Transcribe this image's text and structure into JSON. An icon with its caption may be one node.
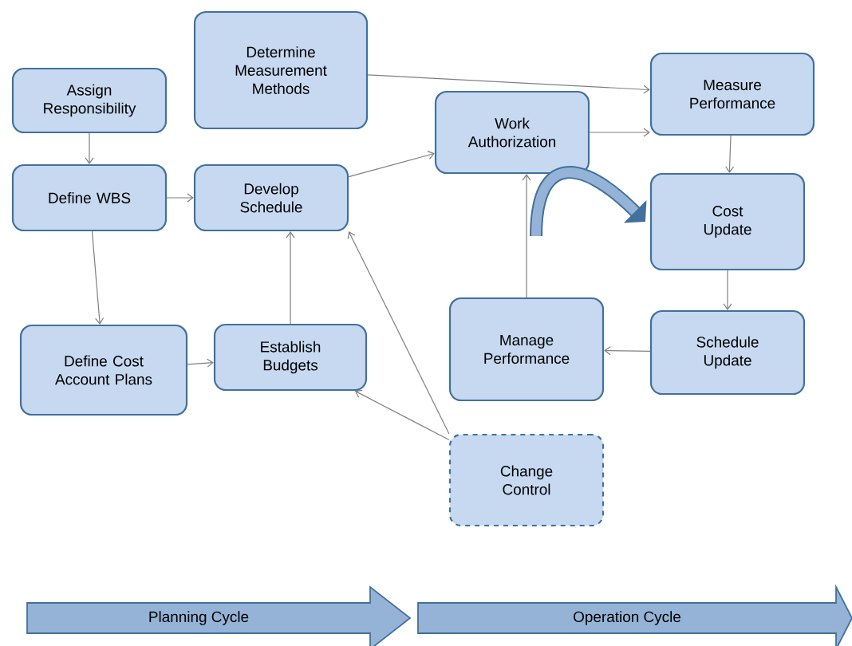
{
  "diagram": {
    "nodes": [
      {
        "text": [
          "Assign Responsibility"
        ]
      },
      {
        "text": [
          "Determine Measurement Methods"
        ]
      },
      {
        "text": [
          "Define WBS"
        ]
      },
      {
        "text": [
          "Develop Schedule"
        ]
      },
      {
        "text": [
          "Work Authorization"
        ]
      },
      {
        "text": [
          "Measure Performance"
        ]
      },
      {
        "text": [
          "Cost Update"
        ]
      },
      {
        "text": [
          "Define Cost Account Plans"
        ]
      },
      {
        "text": [
          "Establish Budgets"
        ]
      },
      {
        "text": [
          "Manage Performance"
        ]
      },
      {
        "text": [
          "Schedule Update"
        ]
      },
      {
        "text": [
          "Change Control"
        ]
      },
      {
        "text": [
          "Planning Cycle"
        ]
      },
      {
        "text": [
          "Operation Cycle"
        ]
      }
    ],
    "edges": [
      {
        "from": 0,
        "to": 2,
        "arrow": "to"
      },
      {
        "from": 2,
        "to": 3,
        "arrow": "to"
      },
      {
        "from": 2,
        "to": 7,
        "arrow": "to"
      },
      {
        "from": 7,
        "to": 8,
        "arrow": "to"
      },
      {
        "from": 8,
        "to": 3,
        "arrow": "to"
      },
      {
        "from": 3,
        "to": 4,
        "arrow": "to"
      },
      {
        "from": 1,
        "to": 5,
        "arrow": "to"
      },
      {
        "from": 4,
        "to": 5,
        "arrow": "to"
      },
      {
        "from": 5,
        "to": 6,
        "arrow": "to"
      },
      {
        "from": 6,
        "to": 10,
        "arrow": "to"
      },
      {
        "from": 10,
        "to": 9,
        "arrow": "to"
      },
      {
        "from": 9,
        "to": 4,
        "arrow": "to"
      },
      {
        "from": 11,
        "to": 3,
        "arrow": "to"
      },
      {
        "from": 11,
        "to": 8,
        "arrow": "to"
      },
      {
        "from": null,
        "to": 6,
        "arrow": "to",
        "style": "thick",
        "color": "#41719c"
      }
    ]
  }
}
